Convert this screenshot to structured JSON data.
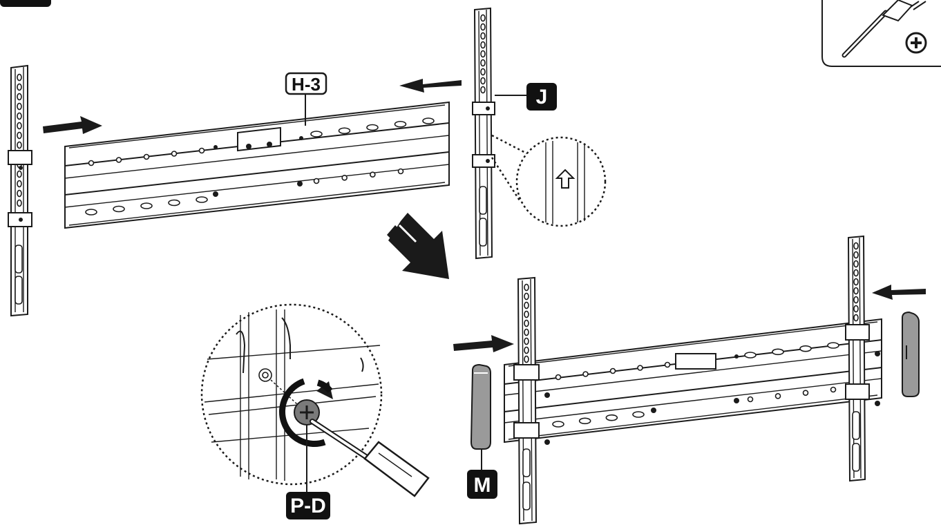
{
  "labels": {
    "rail": "H-3",
    "bracket": "J",
    "screw": "P-D",
    "cap": "M"
  },
  "tool_box": {
    "icon": "phillips-screwdriver-icon",
    "symbol": "phillips-plus-icon"
  },
  "colors": {
    "line": "#1a1a1a",
    "label_bg": "#111111",
    "label_text": "#ffffff",
    "cap_fill": "#9a9a9a",
    "paper": "#ffffff"
  }
}
